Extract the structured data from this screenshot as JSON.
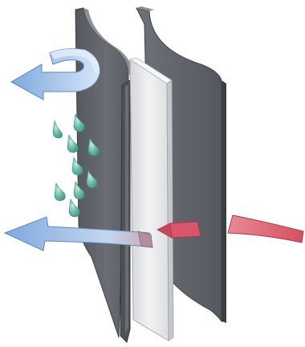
{
  "colors": {
    "background": "#ffffff",
    "panel_dark_face": "#5e6167",
    "panel_dark_edge": "#3d4045",
    "panel_mid_face": "#6d7076",
    "membrane_face": "#e6e7e9",
    "membrane_edge": "#b9bcc0",
    "cold_air_arrow": "#8fb6e6",
    "cold_air_arrow_light": "#dce9f8",
    "warm_air_arrow": "#d9566a",
    "warm_air_arrow_light": "#f2a6b0",
    "water_droplet": "#5fae9c",
    "water_droplet_light": "#b9e3d6"
  },
  "icons": {
    "droplet": "water-droplet-icon",
    "arrow_out_cold": "cold-air-outflow-arrow",
    "arrow_u_turn": "recirculation-u-turn-arrow",
    "arrow_warm_in": "warm-air-inflow-arrow"
  }
}
